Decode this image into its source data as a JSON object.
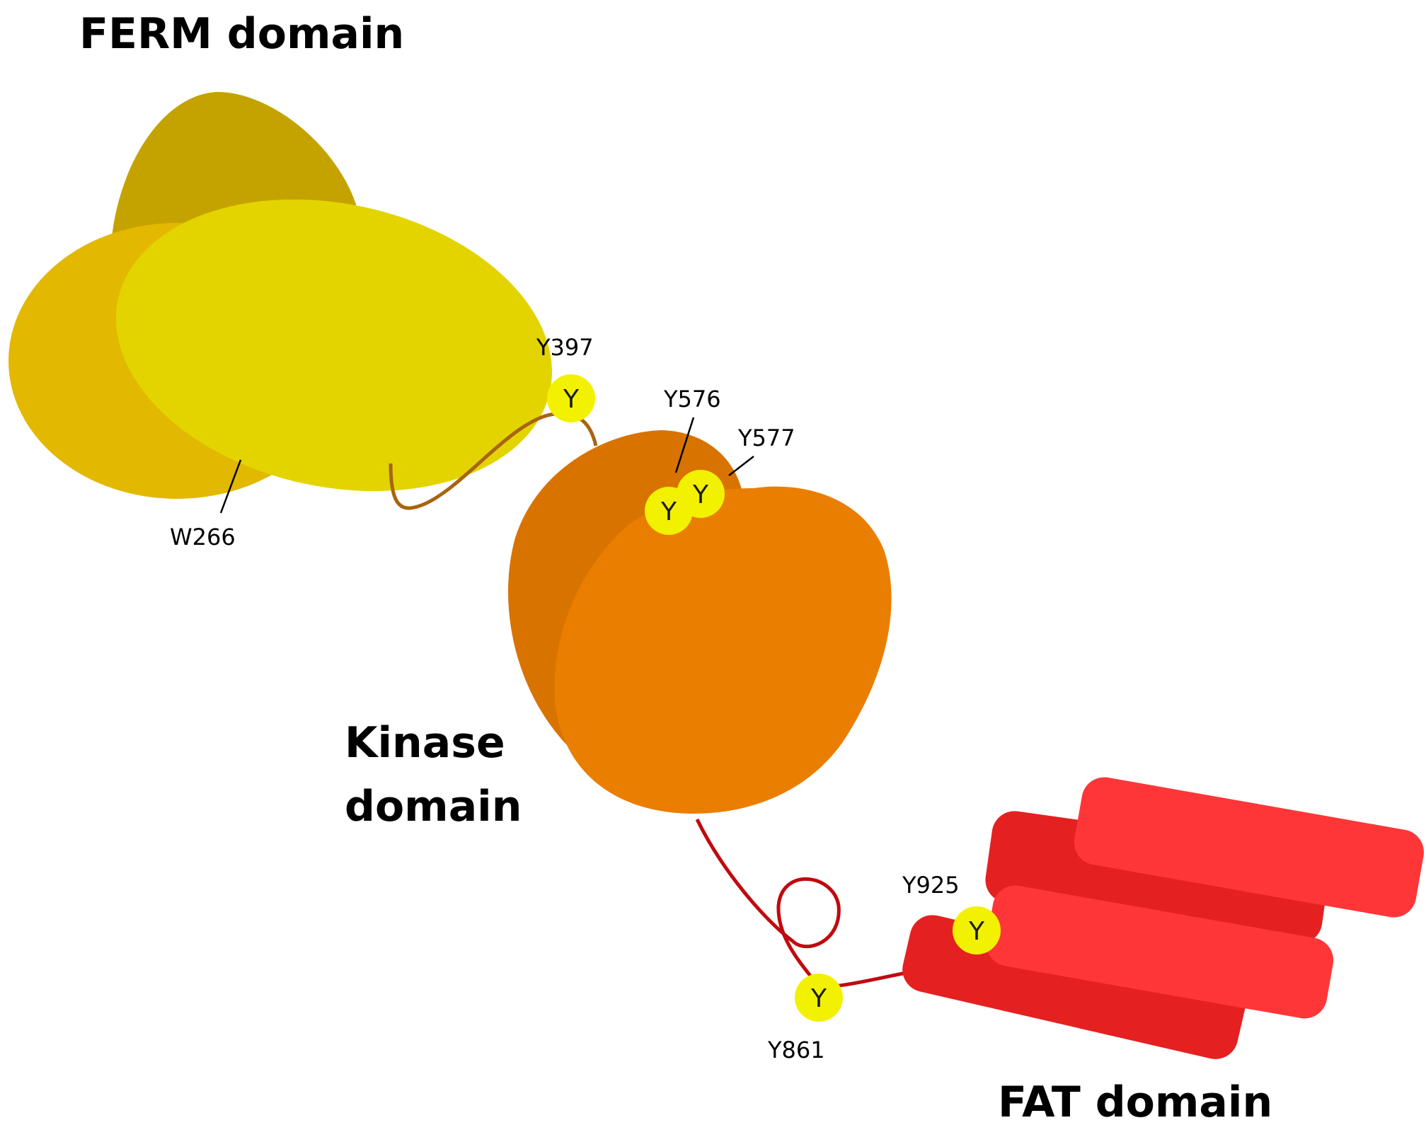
{
  "titles": {
    "ferm": "FERM domain",
    "kinase_line1": "Kinase",
    "kinase_line2": "domain",
    "fat": "FAT domain"
  },
  "sites": {
    "w266": "W266",
    "y397": "Y397",
    "y576": "Y576",
    "y577": "Y577",
    "y861": "Y861",
    "y925": "Y925"
  },
  "marker_letter": "Y",
  "colors": {
    "ferm_back": "#C4A300",
    "ferm_left": "#E2B800",
    "ferm_front": "#E3D400",
    "linker_ferm_kinase": "#A8640F",
    "kinase_back": "#D97300",
    "kinase_front": "#EA7E00",
    "linker_kinase_fat": "#C00A10",
    "fat_dark": "#E52021",
    "fat_light": "#FF3638",
    "tyrosine_marker": "#F1F100"
  }
}
